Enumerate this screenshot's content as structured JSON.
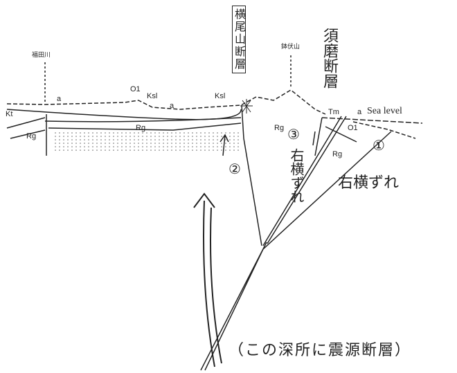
{
  "labels": {
    "fault_yokoo": "横尾山断層",
    "fault_suma": "須磨断層",
    "mountain": "鉢伏山",
    "river": "福田川",
    "sea_level": "Sea level",
    "a1": "a",
    "a2": "a",
    "a3": "a",
    "o1_left": "O1",
    "o1_right": "O1",
    "ksl1": "Ksl",
    "ksl2": "Ksl",
    "kt": "Kt",
    "tm": "Tm",
    "rg_left": "Rg",
    "rg_center": "Rg",
    "rg_right": "Rg",
    "rg_fault": "Rg"
  },
  "annotations": {
    "fault1_num": "①",
    "fault2_num": "②",
    "fault3_num": "③",
    "fault1_type": "右横ずれ",
    "fault3_type": "右横ずれ",
    "bottom_note": "（この深所に震源断層）"
  }
}
